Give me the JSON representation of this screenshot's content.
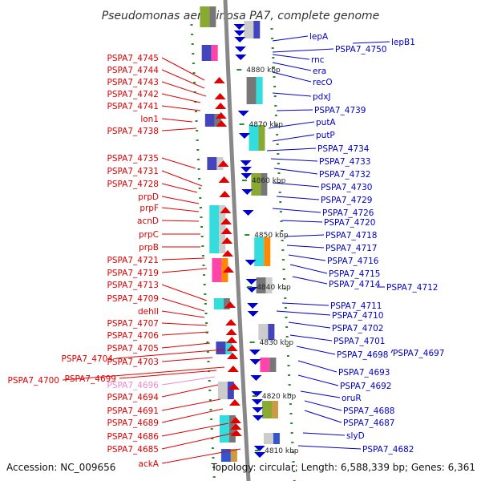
{
  "title": "Pseudomonas aeruginosa PA7, complete genome",
  "accession": "Accession: NC_009656",
  "topology": "Topology: circular; Length: 6,588,339 bp; Genes: 6,361",
  "colors": {
    "left": "#e00000",
    "right": "#0000cc",
    "pseudo": "#ee88cc",
    "axis": "#888888",
    "dot": "#2a8a2a"
  },
  "ticks": [
    "4880 kbp",
    "4870 kbp",
    "4860 kbp",
    "4850 kbp",
    "4840 kbp",
    "4830 kbp",
    "4820 kbp",
    "4810 kbp"
  ],
  "left_genes": [
    {
      "name": "PSPA7_4745"
    },
    {
      "name": "PSPA7_4744"
    },
    {
      "name": "PSPA7_4743"
    },
    {
      "name": "PSPA7_4742"
    },
    {
      "name": "PSPA7_4741"
    },
    {
      "name": "lon1"
    },
    {
      "name": "PSPA7_4738"
    },
    {
      "name": "PSPA7_4735"
    },
    {
      "name": "PSPA7_4731"
    },
    {
      "name": "PSPA7_4728"
    },
    {
      "name": "prpD"
    },
    {
      "name": "prpF"
    },
    {
      "name": "acnD"
    },
    {
      "name": "prpC"
    },
    {
      "name": "prpB"
    },
    {
      "name": "PSPA7_4721"
    },
    {
      "name": "PSPA7_4719"
    },
    {
      "name": "PSPA7_4713"
    },
    {
      "name": "PSPA7_4709"
    },
    {
      "name": "dehII"
    },
    {
      "name": "PSPA7_4707"
    },
    {
      "name": "PSPA7_4706"
    },
    {
      "name": "PSPA7_4705"
    },
    {
      "name": "PSPA7_4704"
    },
    {
      "name": "PSPA7_4703"
    },
    {
      "name": "PSPA7_4700"
    },
    {
      "name": "PSPA7_4699"
    },
    {
      "name": "PSPA7_4696",
      "pseudo": true
    },
    {
      "name": "PSPA7_4694"
    },
    {
      "name": "PSPA7_4691"
    },
    {
      "name": "PSPA7_4689"
    },
    {
      "name": "PSPA7_4686"
    },
    {
      "name": "PSPA7_4685"
    },
    {
      "name": "ackA"
    }
  ],
  "right_genes": [
    {
      "name": "lepA"
    },
    {
      "name": "lepB1"
    },
    {
      "name": "PSPA7_4750"
    },
    {
      "name": "rnc"
    },
    {
      "name": "era"
    },
    {
      "name": "recO"
    },
    {
      "name": "pdxJ"
    },
    {
      "name": "PSPA7_4739"
    },
    {
      "name": "putA"
    },
    {
      "name": "putP"
    },
    {
      "name": "PSPA7_4734"
    },
    {
      "name": "PSPA7_4733"
    },
    {
      "name": "PSPA7_4732"
    },
    {
      "name": "PSPA7_4730"
    },
    {
      "name": "PSPA7_4729"
    },
    {
      "name": "PSPA7_4726"
    },
    {
      "name": "PSPA7_4720"
    },
    {
      "name": "PSPA7_4718"
    },
    {
      "name": "PSPA7_4717"
    },
    {
      "name": "PSPA7_4716"
    },
    {
      "name": "PSPA7_4715"
    },
    {
      "name": "PSPA7_4714"
    },
    {
      "name": "PSPA7_4712"
    },
    {
      "name": "PSPA7_4711"
    },
    {
      "name": "PSPA7_4710"
    },
    {
      "name": "PSPA7_4702"
    },
    {
      "name": "PSPA7_4701"
    },
    {
      "name": "PSPA7_4698"
    },
    {
      "name": "PSPA7_4697"
    },
    {
      "name": "PSPA7_4693"
    },
    {
      "name": "PSPA7_4692"
    },
    {
      "name": "oruR"
    },
    {
      "name": "PSPA7_4688"
    },
    {
      "name": "PSPA7_4687"
    },
    {
      "name": "slyD"
    },
    {
      "name": "PSPA7_4682"
    }
  ]
}
